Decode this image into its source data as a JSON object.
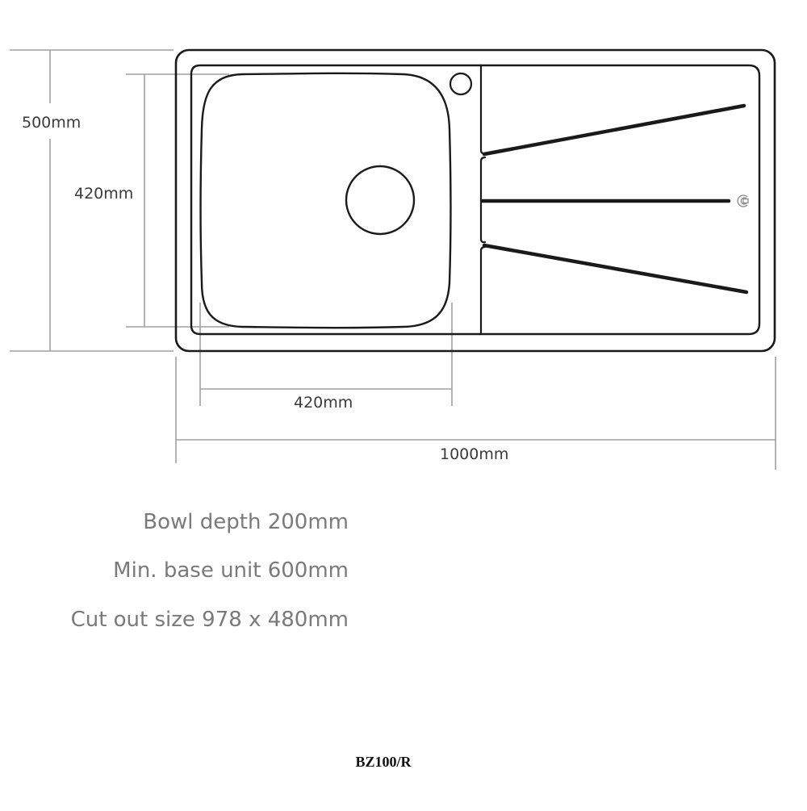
{
  "drawing": {
    "type": "sink technical drawing (top view)",
    "model_code": "BZ100/R",
    "colors": {
      "outline": "#1a1a1a",
      "dimension_line": "#a0a0a0",
      "dimension_text": "#3a3a3a",
      "spec_text": "#7a7a7a",
      "background": "#ffffff"
    }
  },
  "dimensions": {
    "overall_height": "500mm",
    "bowl_height": "420mm",
    "bowl_width": "420mm",
    "overall_width": "1000mm"
  },
  "specs": [
    {
      "label": "Bowl depth 200mm"
    },
    {
      "label": "Min. base unit 600mm"
    },
    {
      "label": "Cut out size 978 x 480mm"
    }
  ],
  "components": {
    "bowl": "square bowl with rounded corners",
    "waste": "central waste outlet circle",
    "tap_hole": "tap hole circle",
    "drainer": "right-hand drainer with three grooves",
    "logo": "drainer logo mark"
  }
}
